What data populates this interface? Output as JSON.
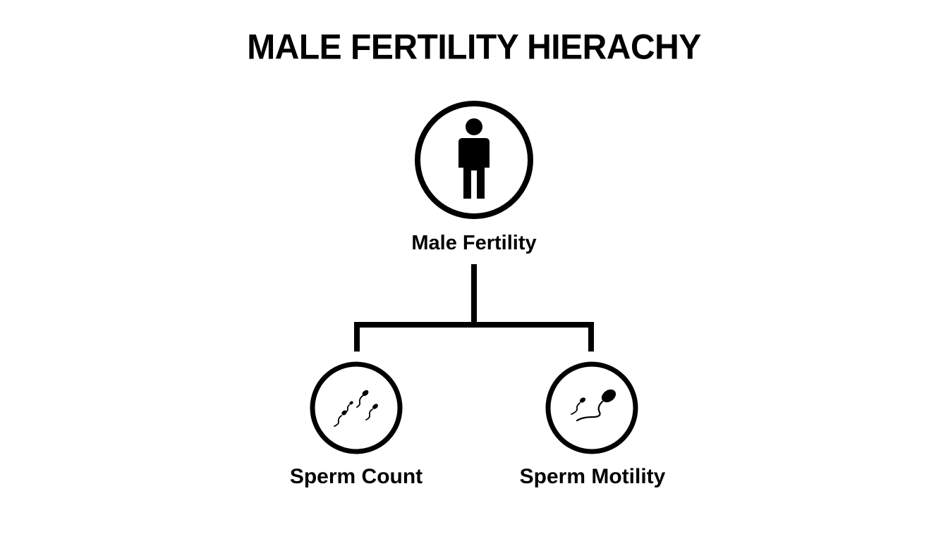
{
  "title": "MALE FERTILITY HIERACHY",
  "colors": {
    "ink": "#000000",
    "background": "#ffffff"
  },
  "nodes": {
    "root": {
      "label": "Male Fertility",
      "icon": "male-person-icon"
    },
    "left": {
      "label": "Sperm Count",
      "icon": "multiple-sperm-icon"
    },
    "right": {
      "label": "Sperm Motility",
      "icon": "swimming-sperm-icon"
    }
  }
}
